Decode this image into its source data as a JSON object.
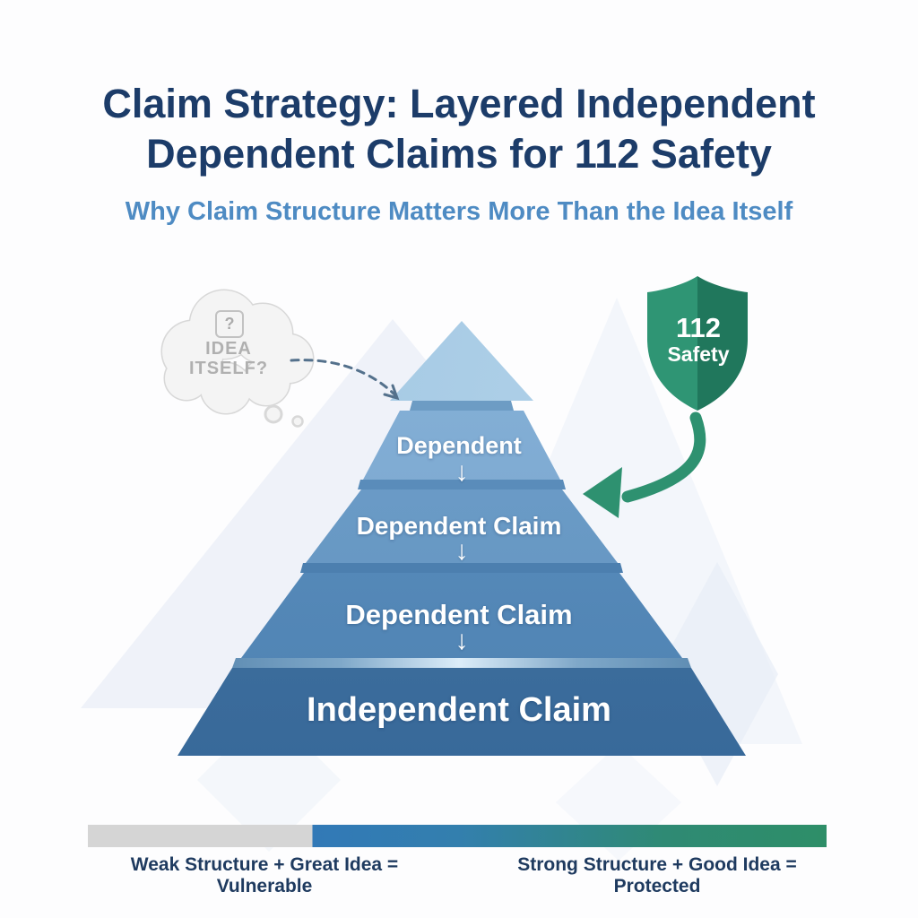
{
  "title": {
    "line1": "Claim Strategy: Layered Independent",
    "line2": "Dependent Claims for 112 Safety"
  },
  "subtitle": "Why Claim Structure Matters More Than the Idea Itself",
  "thought_cloud": {
    "icon_glyph": "?",
    "line1": "IDEA",
    "line2": "ITSELF?"
  },
  "shield": {
    "line1": "112",
    "line2": "Safety"
  },
  "pyramid": {
    "arrow_glyph": "↓",
    "tiers": [
      {
        "label": ""
      },
      {
        "label": "Dependent"
      },
      {
        "label": "Dependent Claim"
      },
      {
        "label": "Dependent Claim"
      },
      {
        "label": "Independent Claim"
      }
    ]
  },
  "legend": {
    "left": "Weak Structure + Great Idea = Vulnerable",
    "right": "Strong Structure + Good Idea = Protected"
  },
  "colors": {
    "title": "#1C3C69",
    "subtitle": "#4E8BC3",
    "pyramid_top": "#A9CBE4",
    "pyramid_base": "#3D6E9D",
    "shield_green_light": "#2F9574",
    "shield_green_dark": "#20775C",
    "curved_arrow_green": "#2E9170",
    "legend_gray": "#D5D5D5",
    "legend_blue": "#3279B7",
    "legend_green": "#2E8E68",
    "cloud_gray": "#F4F4F4"
  }
}
